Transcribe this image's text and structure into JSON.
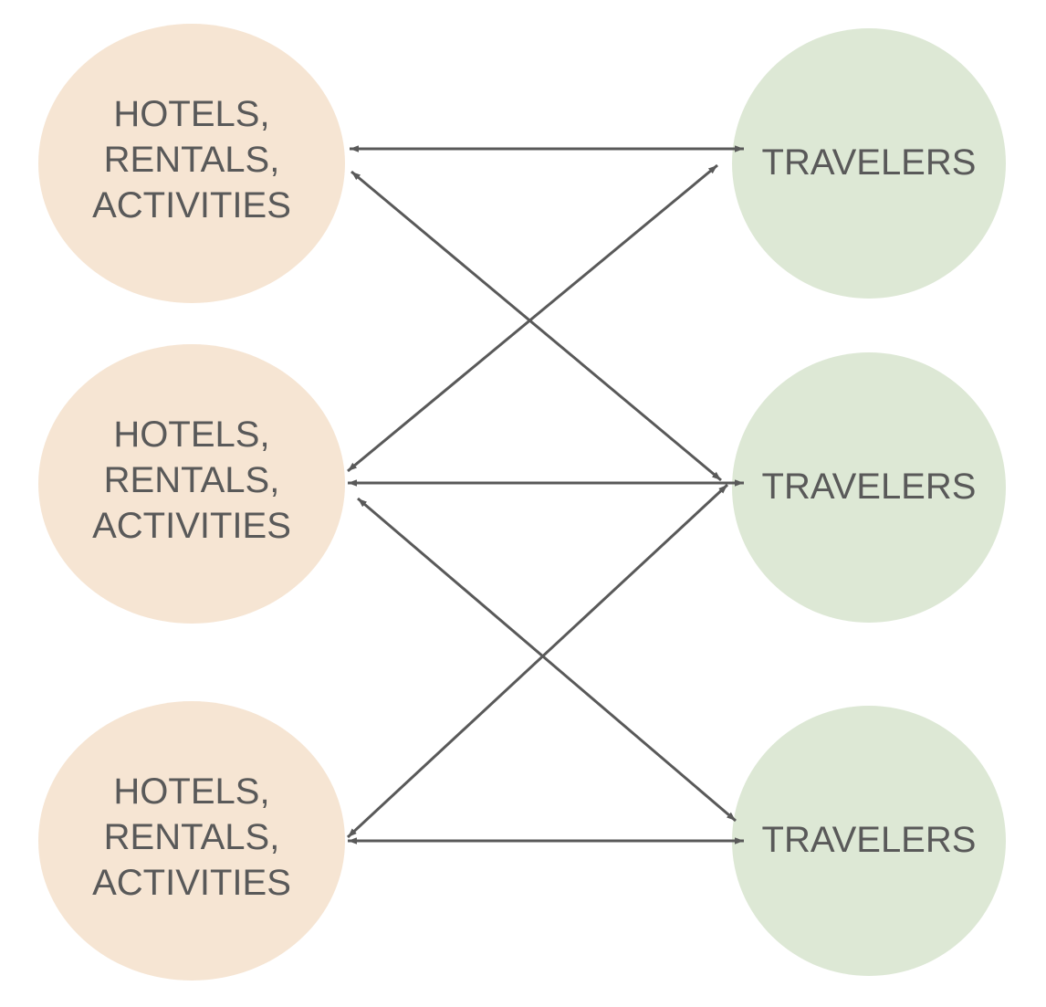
{
  "colors": {
    "provider_fill": "#f6e5d3",
    "traveler_fill": "#dde8d5",
    "edge": "#595959",
    "text": "#595959"
  },
  "providers": [
    {
      "lines": [
        "HOTELS,",
        "RENTALS,",
        "ACTIVITIES"
      ]
    },
    {
      "lines": [
        "HOTELS,",
        "RENTALS,",
        "ACTIVITIES"
      ]
    },
    {
      "lines": [
        "HOTELS,",
        "RENTALS,",
        "ACTIVITIES"
      ]
    }
  ],
  "travelers": [
    {
      "label": "TRAVELERS"
    },
    {
      "label": "TRAVELERS"
    },
    {
      "label": "TRAVELERS"
    }
  ],
  "connections": [
    {
      "from": "provider-1",
      "to": "traveler-1",
      "direction": "both"
    },
    {
      "from": "provider-1",
      "to": "traveler-2",
      "direction": "both"
    },
    {
      "from": "provider-2",
      "to": "traveler-1",
      "direction": "both"
    },
    {
      "from": "provider-2",
      "to": "traveler-2",
      "direction": "both"
    },
    {
      "from": "provider-2",
      "to": "traveler-3",
      "direction": "both"
    },
    {
      "from": "provider-3",
      "to": "traveler-2",
      "direction": "both"
    },
    {
      "from": "provider-3",
      "to": "traveler-3",
      "direction": "both"
    }
  ]
}
